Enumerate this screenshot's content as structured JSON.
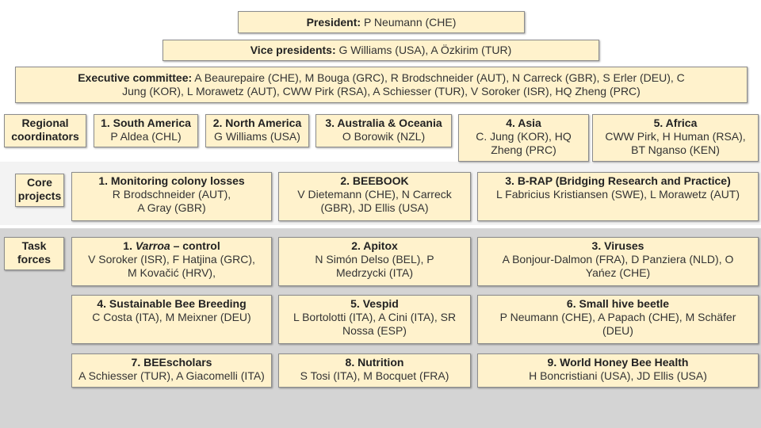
{
  "president": {
    "label": "President:",
    "text": "P Neumann  (CHE)"
  },
  "vice_presidents": {
    "label": "Vice presidents:",
    "text": "G Williams (USA),  A Özkirim  (TUR)"
  },
  "executive": {
    "label": "Executive committee:",
    "line1": "A Beaurepaire (CHE), M Bouga (GRC), R Brodschneider (AUT), N Carreck (GBR), S Erler (DEU), C",
    "line2": "Jung (KOR), L Morawetz (AUT), CWW Pirk (RSA), A Schiesser (TUR), V Soroker (ISR), HQ Zheng (PRC)"
  },
  "regional": {
    "label_line1": "Regional",
    "label_line2": "coordinators",
    "items": [
      {
        "title": "1. South America",
        "line1": "P Aldea (CHL)",
        "line2": ""
      },
      {
        "title": "2. North America",
        "line1": "G Williams (USA)",
        "line2": ""
      },
      {
        "title": "3. Australia  & Oceania",
        "line1": "O Borowik (NZL)",
        "line2": ""
      },
      {
        "title": "4. Asia",
        "line1": "C. Jung (KOR), HQ",
        "line2": "Zheng (PRC)"
      },
      {
        "title": "5. Africa",
        "line1": "CWW Pirk, H Human (RSA),",
        "line2": "BT Nganso (KEN)"
      }
    ]
  },
  "core": {
    "label_line1": "Core",
    "label_line2": "projects",
    "items": [
      {
        "title": "1. Monitoring colony losses",
        "line1": "R Brodschneider (AUT),",
        "line2": "A Gray (GBR)"
      },
      {
        "title": "2. BEEBOOK",
        "line1": "V Dietemann (CHE),  N Carreck",
        "line2": "(GBR), JD Ellis (USA)"
      },
      {
        "title": "3. B-RAP  (Bridging Research and Practice)",
        "line1": "L Fabricius Kristiansen (SWE),  L Morawetz (AUT)",
        "line2": ""
      }
    ]
  },
  "task": {
    "label_line1": "Task",
    "label_line2": "forces",
    "t1": {
      "num": "1. ",
      "title_italic": "Varroa",
      "title_rest": " – control",
      "line1": "V Soroker (ISR), F Hatjina  (GRC),",
      "line2": "M Kovačić  (HRV),"
    },
    "t2": {
      "title": "2. Apitox",
      "line1": "N Simón Delso (BEL), P",
      "line2": "Medrzycki (ITA)"
    },
    "t3": {
      "title": "3. Viruses",
      "line1": "A Bonjour-Dalmon  (FRA), D Panziera (NLD), O",
      "line2": "Yańez (CHE)"
    },
    "t4": {
      "title": "4. Sustainable Bee Breeding",
      "line1": "C Costa (ITA), M Meixner (DEU)",
      "line2": ""
    },
    "t5": {
      "title": "5. Vespid",
      "line1": "L Bortolotti (ITA), A Cini  (ITA), SR",
      "line2": "Nossa (ESP)"
    },
    "t6": {
      "title": "6. Small hive beetle",
      "line1": "P Neumann  (CHE), A Papach (CHE), M Schäfer",
      "line2": "(DEU)"
    },
    "t7": {
      "title": "7. BEEscholars",
      "line1": "A Schiesser (TUR), A Giacomelli (ITA)",
      "line2": ""
    },
    "t8": {
      "title": "8. Nutrition",
      "line1": "S Tosi (ITA), M Bocquet (FRA)",
      "line2": ""
    },
    "t9": {
      "title": "9. World Honey Bee Health",
      "line1": "H Boncristiani  (USA),  JD Ellis (USA)",
      "line2": ""
    }
  },
  "colors": {
    "box_fill": "#fff2cc",
    "box_border": "#8c8c8c",
    "band_light": "#f3f3f3",
    "band_dark": "#d4d4d4"
  }
}
